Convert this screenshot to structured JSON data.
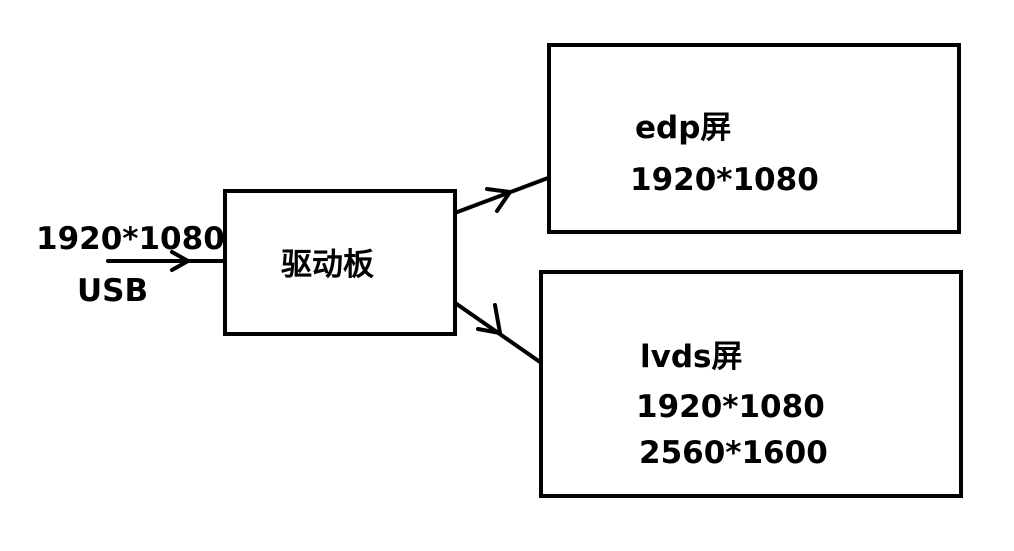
{
  "input": {
    "resolution": "1920*1080",
    "interface": "USB"
  },
  "driver_board": {
    "label": "驱动板"
  },
  "edp_screen": {
    "title": "edp屏",
    "resolutions": [
      "1920*1080"
    ]
  },
  "lvds_screen": {
    "title": "lvds屏",
    "resolutions": [
      "1920*1080",
      "2560*1600"
    ]
  },
  "colors": {
    "stroke": "#000000",
    "background": "#ffffff"
  }
}
